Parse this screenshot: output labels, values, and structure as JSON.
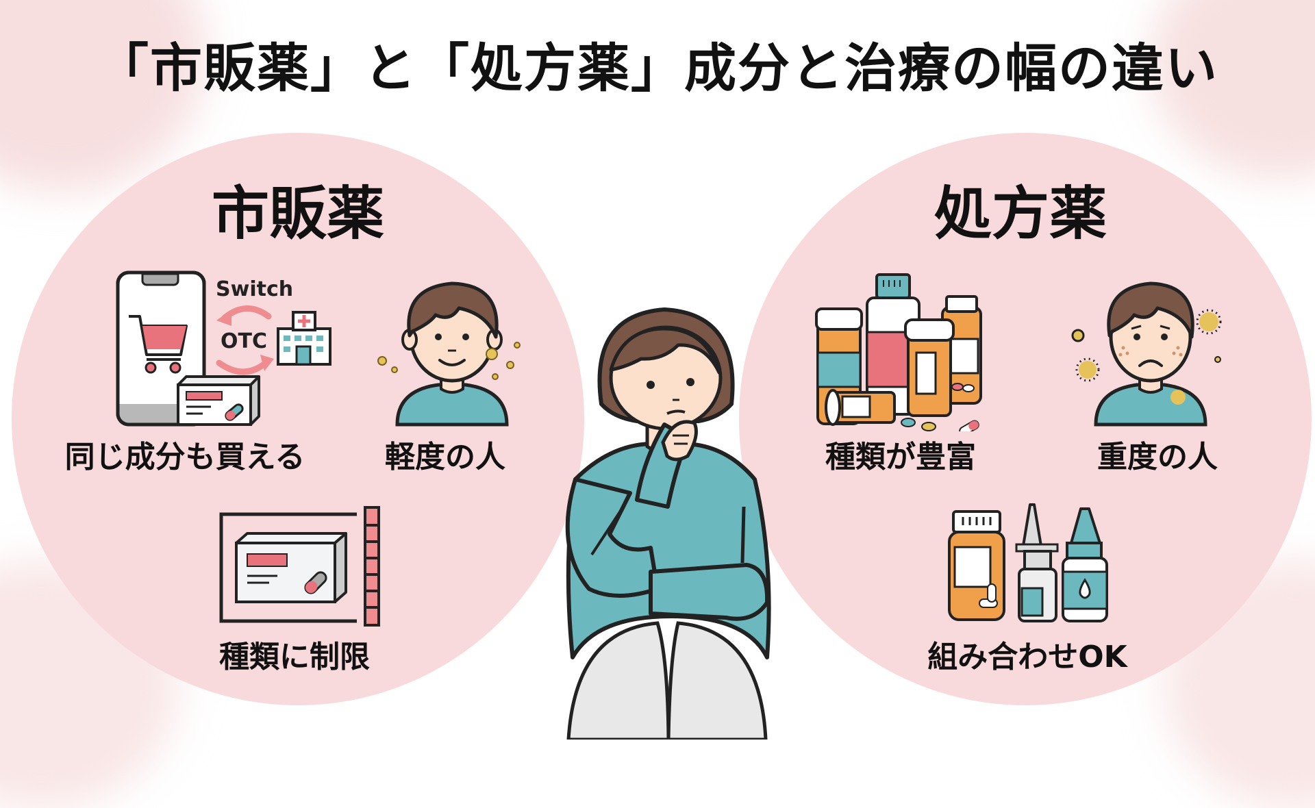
{
  "title": "「市販薬」と「処方薬」成分と治療の幅の違い",
  "colors": {
    "circle_fill": "#f8dadd",
    "accent_pink": "#e8737c",
    "teal": "#6bb8be",
    "orange": "#f0a04b",
    "hair_brown": "#7a5646",
    "skin": "#fde0cc",
    "pants_gray": "#e8e8e8",
    "pollen_yellow": "#e6c25a"
  },
  "left_panel": {
    "heading": "市販薬",
    "items": [
      {
        "label": "同じ成分も買える",
        "icon": "phone-cart-otc-switch-icon",
        "icon_texts": {
          "switch": "Switch",
          "otc": "OTC"
        }
      },
      {
        "label": "軽度の人",
        "icon": "mild-person-icon"
      },
      {
        "label": "種類に制限",
        "icon": "limited-medicine-box-icon"
      }
    ]
  },
  "right_panel": {
    "heading": "処方薬",
    "items": [
      {
        "label": "種類が豊富",
        "icon": "many-medicine-bottles-icon"
      },
      {
        "label": "重度の人",
        "icon": "severe-person-icon"
      },
      {
        "label": "組み合わせOK",
        "icon": "combination-bottles-icon"
      }
    ]
  },
  "center": {
    "figure": "thinking-woman-icon"
  }
}
